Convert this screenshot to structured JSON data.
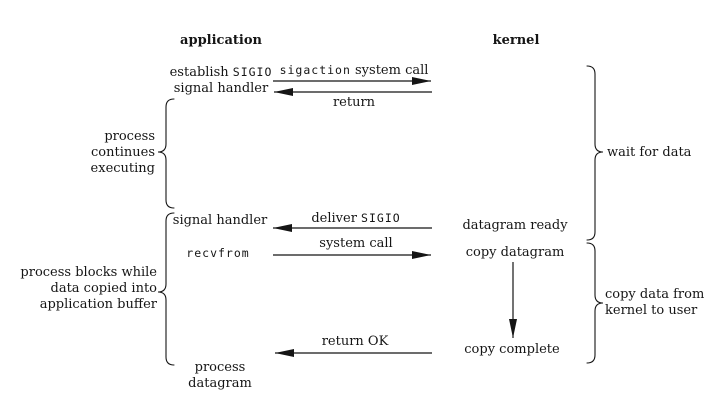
{
  "columns": {
    "application_title": "application",
    "kernel_title": "kernel"
  },
  "application": {
    "establish": {
      "text": "establish ",
      "code": "SIGIO",
      "line2": "signal handler"
    },
    "signal_handler": "signal handler",
    "recvfrom": "recvfrom",
    "final": {
      "line1": "process",
      "line2": "datagram"
    }
  },
  "kernel": {
    "datagram_ready": "datagram ready",
    "copy_datagram": "copy datagram",
    "copy_complete": "copy complete"
  },
  "arrows": {
    "sigaction": {
      "code": "sigaction",
      "text": " system call",
      "direction": "right"
    },
    "return": {
      "text": "return",
      "direction": "left"
    },
    "deliver": {
      "text": "deliver ",
      "code": "SIGIO",
      "direction": "left"
    },
    "system_call": {
      "text": "system call",
      "direction": "right"
    },
    "return_ok": {
      "text": "return OK",
      "direction": "left"
    },
    "copy": {
      "direction": "down"
    }
  },
  "braces": {
    "process_continues": {
      "line1": "process",
      "line2": "continues",
      "line3": "executing"
    },
    "wait_for_data": {
      "line1": "wait for data"
    },
    "process_blocks": {
      "line1": "process blocks while",
      "line2": "data copied into",
      "line3": "application buffer"
    },
    "copy_data": {
      "line1": "copy data from",
      "line2": "kernel to user"
    }
  },
  "colors": {
    "background": "#ffffff",
    "ink": "#151515"
  }
}
